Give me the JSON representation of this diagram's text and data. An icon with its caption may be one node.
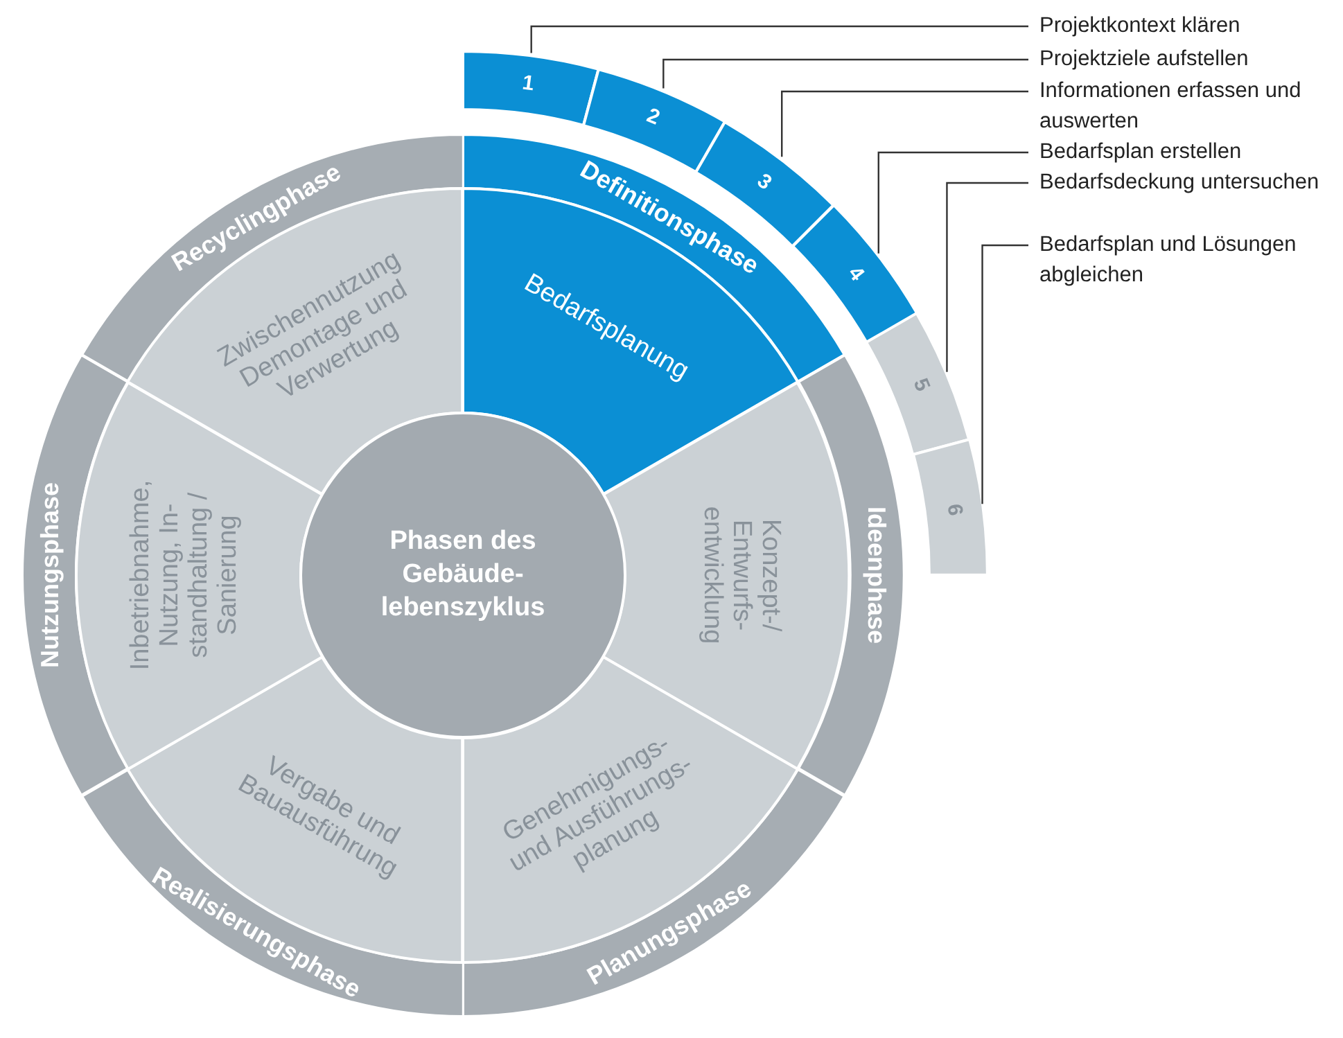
{
  "diagram": {
    "nodes": [
      {
        "text": [
          "Definitionsphase"
        ]
      },
      {
        "text": [
          "Ideenphase"
        ]
      },
      {
        "text": [
          "Planungsphase"
        ]
      },
      {
        "text": [
          "Realisierungsphase"
        ]
      },
      {
        "text": [
          "Nutzungsphase"
        ]
      },
      {
        "text": [
          "Recyclingphase"
        ]
      },
      {
        "text": [
          "Bedarfsplanung"
        ]
      },
      {
        "text": [
          "Konzept-/ Entwurfs- entwicklung"
        ]
      },
      {
        "text": [
          "Genehmigungs- und Ausführungs- planung"
        ]
      },
      {
        "text": [
          "Vergabe und Bauausführung"
        ]
      },
      {
        "text": [
          "Inbetriebnahme, Nutzung, In- standhaltung / Sanierung"
        ]
      },
      {
        "text": [
          "Zwischennutzung Demontage und Verwertung"
        ]
      },
      {
        "text": [
          "Phasen des Gebäude- lebenszyklus"
        ]
      },
      {
        "text": [
          "1"
        ]
      },
      {
        "text": [
          "2"
        ]
      },
      {
        "text": [
          "3"
        ]
      },
      {
        "text": [
          "4"
        ]
      },
      {
        "text": [
          "5"
        ]
      },
      {
        "text": [
          "6"
        ]
      },
      {
        "text": [
          "Projektkontext klären"
        ]
      },
      {
        "text": [
          "Projektziele aufstellen"
        ]
      },
      {
        "text": [
          "Informationen erfassen und auswerten"
        ]
      },
      {
        "text": [
          "Bedarfsplan erstellen"
        ]
      },
      {
        "text": [
          "Bedarfsdeckung untersuchen"
        ]
      },
      {
        "text": [
          "Bedarfsplan und Lösungen abgleichen"
        ]
      }
    ],
    "edges": [
      {
        "from": 19,
        "to": 13,
        "arrow": "none"
      },
      {
        "from": 20,
        "to": 14,
        "arrow": "none"
      },
      {
        "from": 21,
        "to": 15,
        "arrow": "none"
      },
      {
        "from": 22,
        "to": 16,
        "arrow": "none"
      },
      {
        "from": 23,
        "to": 17,
        "arrow": "none"
      },
      {
        "from": 24,
        "to": 18,
        "arrow": "none"
      }
    ]
  }
}
